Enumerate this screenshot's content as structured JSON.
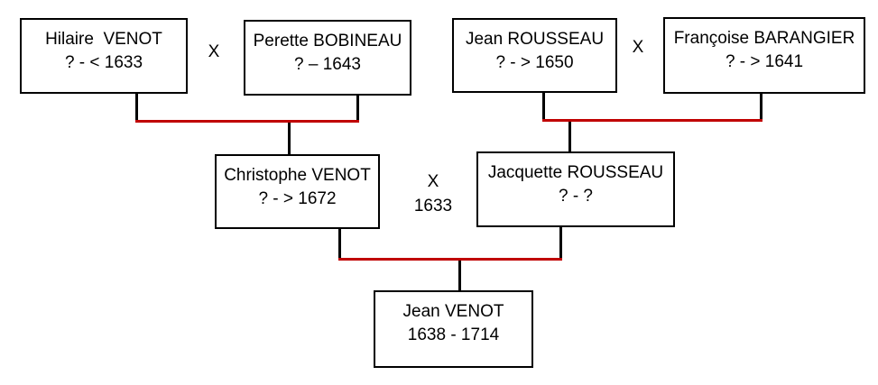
{
  "diagram": {
    "type": "family-tree",
    "description": "Three-generation genealogy chart of the VENOT family"
  },
  "persons": {
    "hilaire": {
      "name": "Hilaire  VENOT",
      "dates": "? - < 1633"
    },
    "perette": {
      "name": "Perette BOBINEAU",
      "dates": "? – 1643"
    },
    "jean_rousseau": {
      "name": "Jean ROUSSEAU",
      "dates": "? - > 1650"
    },
    "francoise": {
      "name": "Françoise BARANGIER",
      "dates": "? - > 1641"
    },
    "christophe": {
      "name": "Christophe VENOT",
      "dates": "? - > 1672"
    },
    "jacquette": {
      "name": "Jacquette ROUSSEAU",
      "dates": "? - ?"
    },
    "jean_venot": {
      "name": "Jean VENOT",
      "dates": "1638 - 1714"
    }
  },
  "marriages": {
    "venot_bobineau": {
      "symbol": "X"
    },
    "rousseau_barangier": {
      "symbol": "X"
    },
    "venot_rousseau": {
      "symbol": "X",
      "year": "1633"
    }
  },
  "colors": {
    "box_border": "#000000",
    "descent_line": "#000000",
    "union_line": "#C00000",
    "text": "#000000",
    "background": "#FFFFFF"
  }
}
